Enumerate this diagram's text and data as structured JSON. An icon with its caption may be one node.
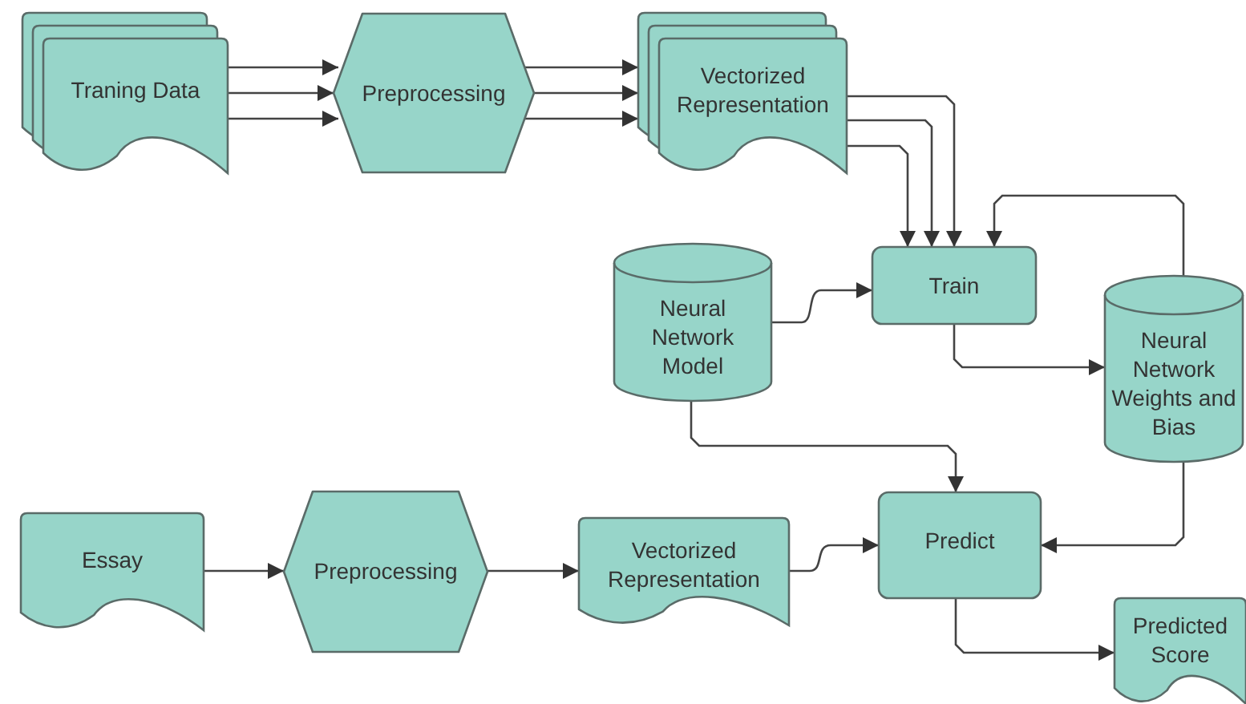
{
  "diagram": {
    "nodes": [
      {
        "text": [
          "Traning Data"
        ]
      },
      {
        "text": [
          "Preprocessing"
        ]
      },
      {
        "text": [
          "Vectorized Representation"
        ]
      },
      {
        "text": [
          "Neural Network Model"
        ]
      },
      {
        "text": [
          "Train"
        ]
      },
      {
        "text": [
          "Neural Network Weights and Bias"
        ]
      },
      {
        "text": [
          "Essay"
        ]
      },
      {
        "text": [
          "Preprocessing"
        ]
      },
      {
        "text": [
          "Vectorized Representation"
        ]
      },
      {
        "text": [
          "Predict"
        ]
      },
      {
        "text": [
          "Predicted Score"
        ]
      }
    ],
    "edges": [
      {
        "from": 0,
        "to": 1,
        "arrow": "to"
      },
      {
        "from": 0,
        "to": 1,
        "arrow": "to"
      },
      {
        "from": 0,
        "to": 1,
        "arrow": "to"
      },
      {
        "from": 1,
        "to": 2,
        "arrow": "to"
      },
      {
        "from": 1,
        "to": 2,
        "arrow": "to"
      },
      {
        "from": 1,
        "to": 2,
        "arrow": "to"
      },
      {
        "from": 2,
        "to": 4,
        "arrow": "to"
      },
      {
        "from": 2,
        "to": 4,
        "arrow": "to"
      },
      {
        "from": 2,
        "to": 4,
        "arrow": "to"
      },
      {
        "from": 3,
        "to": 4,
        "arrow": "to"
      },
      {
        "from": 5,
        "to": 4,
        "arrow": "to"
      },
      {
        "from": 4,
        "to": 5,
        "arrow": "to"
      },
      {
        "from": 3,
        "to": 9,
        "arrow": "to"
      },
      {
        "from": 5,
        "to": 9,
        "arrow": "to"
      },
      {
        "from": 6,
        "to": 7,
        "arrow": "to"
      },
      {
        "from": 7,
        "to": 8,
        "arrow": "to"
      },
      {
        "from": 8,
        "to": 9,
        "arrow": "to"
      },
      {
        "from": 9,
        "to": 10,
        "arrow": "to"
      }
    ]
  }
}
